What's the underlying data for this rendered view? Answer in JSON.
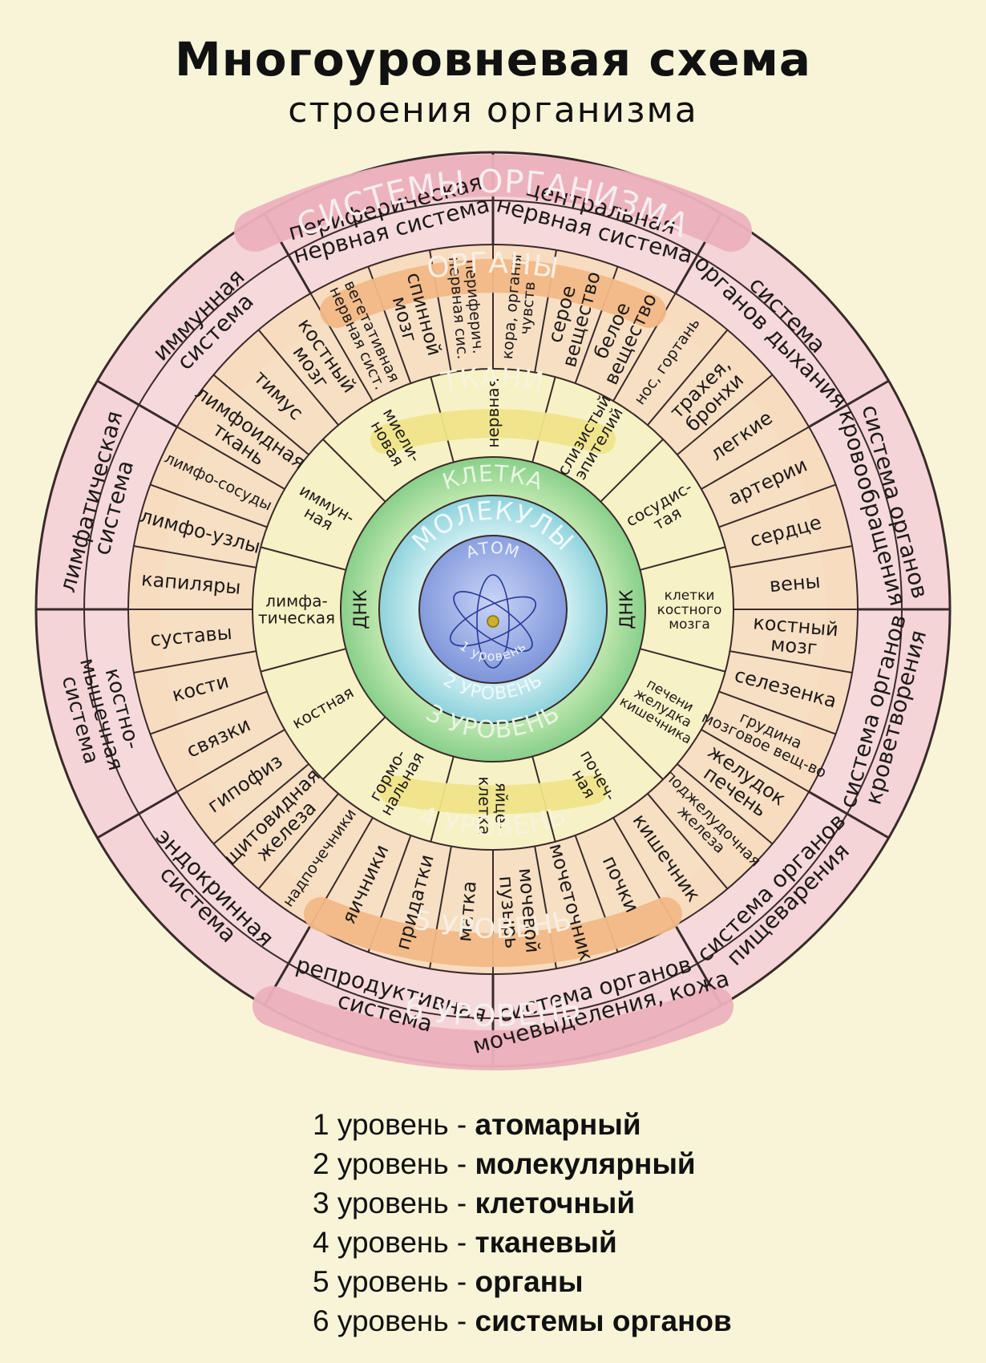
{
  "title": "Многоуровневая схема",
  "subtitle": "строения организма",
  "ring_titles": {
    "systems": "СИСТЕМЫ ОРГАНИЗМА",
    "organs": "ОРГАНЫ",
    "tissues": "ТКАНИ",
    "cell": "КЛЕТКА",
    "molecules": "МОЛЕКУЛЫ",
    "atom": "АТОМ",
    "dna": "ДНК",
    "level1": "1 уровень",
    "level2": "2 УРОВЕНЬ",
    "level3": "3 УРОВЕНЬ",
    "level4": "4 УРОВЕНЬ",
    "level5": "5 УРОВЕНЬ",
    "level6": "6 УРОВЕНЬ"
  },
  "systems": [
    {
      "lines": [
        "центральная",
        "нервная система"
      ]
    },
    {
      "lines": [
        "система",
        "органов дыхания"
      ]
    },
    {
      "lines": [
        "система органов",
        "кровообращения"
      ]
    },
    {
      "lines": [
        "система органов",
        "кроветворения"
      ]
    },
    {
      "lines": [
        "система органов",
        "пищеварения"
      ]
    },
    {
      "lines": [
        "система органов",
        "мочевыделения, кожа"
      ]
    },
    {
      "lines": [
        "репродуктивная",
        "система"
      ]
    },
    {
      "lines": [
        "эндокринная",
        "система"
      ]
    },
    {
      "lines": [
        "костно-",
        "мышечная",
        "система"
      ]
    },
    {
      "lines": [
        "лимфатическая",
        "система"
      ]
    },
    {
      "lines": [
        "иммунная",
        "система"
      ]
    },
    {
      "lines": [
        "периферическая",
        "нервная система"
      ]
    }
  ],
  "organs": [
    {
      "lines": [
        "кора, органы",
        "чувств"
      ]
    },
    {
      "lines": [
        "серое",
        "вещество"
      ]
    },
    {
      "lines": [
        "белое",
        "вещество"
      ]
    },
    {
      "lines": [
        "нос, гортань"
      ]
    },
    {
      "lines": [
        "трахея,",
        "бронхи"
      ]
    },
    {
      "lines": [
        "легкие"
      ]
    },
    {
      "lines": [
        "артерии"
      ]
    },
    {
      "lines": [
        "сердце"
      ]
    },
    {
      "lines": [
        "вены"
      ]
    },
    {
      "lines": [
        "костный",
        "мозг"
      ]
    },
    {
      "lines": [
        "селезенка"
      ]
    },
    {
      "lines": [
        "грудина",
        "мозговое вещ-во"
      ]
    },
    {
      "lines": [
        "желудок",
        "печень"
      ]
    },
    {
      "lines": [
        "поджелудочная",
        "железа"
      ]
    },
    {
      "lines": [
        "кишечник"
      ]
    },
    {
      "lines": [
        "почки"
      ]
    },
    {
      "lines": [
        "мочеточник"
      ]
    },
    {
      "lines": [
        "мочевой",
        "пузырь"
      ]
    },
    {
      "lines": [
        "матка"
      ]
    },
    {
      "lines": [
        "придатки"
      ]
    },
    {
      "lines": [
        "яичники"
      ]
    },
    {
      "lines": [
        "надпочечники"
      ]
    },
    {
      "lines": [
        "щитовидная",
        "железа"
      ]
    },
    {
      "lines": [
        "гипофиз"
      ]
    },
    {
      "lines": [
        "связки"
      ]
    },
    {
      "lines": [
        "кости"
      ]
    },
    {
      "lines": [
        "суставы"
      ]
    },
    {
      "lines": [
        "капиляры"
      ]
    },
    {
      "lines": [
        "лимфо-узлы"
      ]
    },
    {
      "lines": [
        "лимфо-сосуды"
      ]
    },
    {
      "lines": [
        "лимфоидная",
        "ткань"
      ]
    },
    {
      "lines": [
        "тимус"
      ]
    },
    {
      "lines": [
        "костный",
        "мозг"
      ]
    },
    {
      "lines": [
        "вегетативная",
        "нервная сист."
      ]
    },
    {
      "lines": [
        "спинной",
        "мозг"
      ]
    },
    {
      "lines": [
        "периферич.",
        "нервная сис."
      ]
    }
  ],
  "tissues": [
    {
      "lines": [
        "нервная"
      ]
    },
    {
      "lines": [
        "слизистый",
        "эпителий"
      ]
    },
    {
      "lines": [
        "сосудис-",
        "тая"
      ]
    },
    {
      "lines": [
        "клетки",
        "костного",
        "мозга"
      ]
    },
    {
      "lines": [
        "печени",
        "желудка",
        "кишечника"
      ]
    },
    {
      "lines": [
        "почеч-",
        "ная"
      ]
    },
    {
      "lines": [
        "яйце-",
        "клетка"
      ]
    },
    {
      "lines": [
        "гормо-",
        "нальная"
      ]
    },
    {
      "lines": [
        "костная"
      ]
    },
    {
      "lines": [
        "лимфа-",
        "тическая"
      ]
    },
    {
      "lines": [
        "иммун-",
        "ная"
      ]
    },
    {
      "lines": [
        "миели-",
        "новая"
      ]
    }
  ],
  "legend": [
    {
      "level": "1 уровень - ",
      "name": "атомарный"
    },
    {
      "level": "2 уровень - ",
      "name": "молекулярный"
    },
    {
      "level": "3 уровень - ",
      "name": "клеточный"
    },
    {
      "level": "4 уровень - ",
      "name": "тканевый"
    },
    {
      "level": "5 уровень - ",
      "name": "органы"
    },
    {
      "level": "6 уровень - ",
      "name": "системы органов"
    }
  ],
  "colors": {
    "background": "#f7f4d8",
    "systems_ring": "#f4d4d6",
    "organs_ring": "#f8dcc0",
    "tissues_ring": "#f7f1c6",
    "cell_ring": "#aee0a8",
    "molecules_ring": "#b5e6ec",
    "atom_core": "#8ea6e4",
    "ribbon_pink": "#ecb1bc",
    "ribbon_orange": "#f1b886",
    "ribbon_yellow": "#efe48a",
    "outline": "#3a2a2a"
  }
}
